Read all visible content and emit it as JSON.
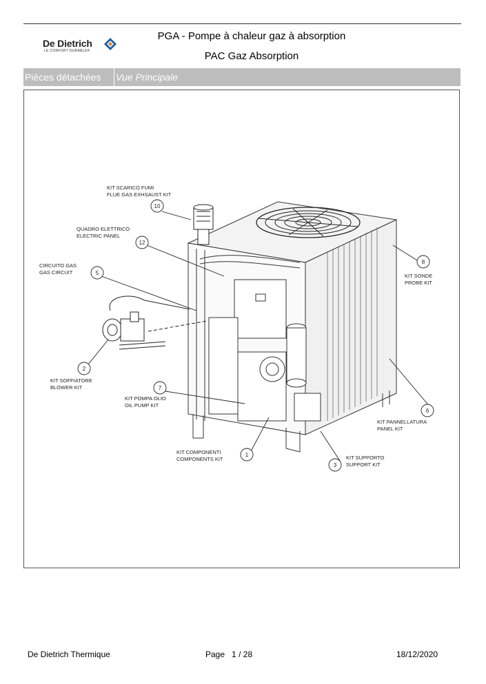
{
  "header": {
    "logo_name": "De Dietrich",
    "logo_tagline": "LE CONFORT DURABLE®",
    "title": "PGA - Pompe à chaleur gaz à absorption",
    "subtitle": "PAC Gaz Absorption",
    "brand_color": "#1a5fa8"
  },
  "band": {
    "section": "Pièces détachées",
    "view": "Vue Principale"
  },
  "callouts": [
    {
      "number": "10",
      "line1": "KIT SCARICO FUMI",
      "line2": "FLUE GAS EXHSAUST KIT"
    },
    {
      "number": "12",
      "line1": "QUADRO ELETTRICO",
      "line2": "ELECTRIC PANEL"
    },
    {
      "number": "5",
      "line1": "CIRCUITO GAS",
      "line2": "GAS CIRCUIT"
    },
    {
      "number": "2",
      "line1": "KIT SOFFIATORE",
      "line2": "BLOWER KIT"
    },
    {
      "number": "7",
      "line1": "KIT POMPA OLIO",
      "line2": "OIL PUMP KIT"
    },
    {
      "number": "1",
      "line1": "KIT COMPONENTI",
      "line2": "COMPONENTS KIT"
    },
    {
      "number": "3",
      "line1": "KIT SUPPORTO",
      "line2": "SUPPORT KIT"
    },
    {
      "number": "6",
      "line1": "KIT PANNELLATURA",
      "line2": "PANEL KIT"
    },
    {
      "number": "8",
      "line1": "KIT SONDE",
      "line2": "PROBE KIT"
    }
  ],
  "footer": {
    "company": "De Dietrich Thermique",
    "page_label": "Page",
    "page_current": "1",
    "page_sep": "/",
    "page_total": "28",
    "date": "18/12/2020"
  }
}
